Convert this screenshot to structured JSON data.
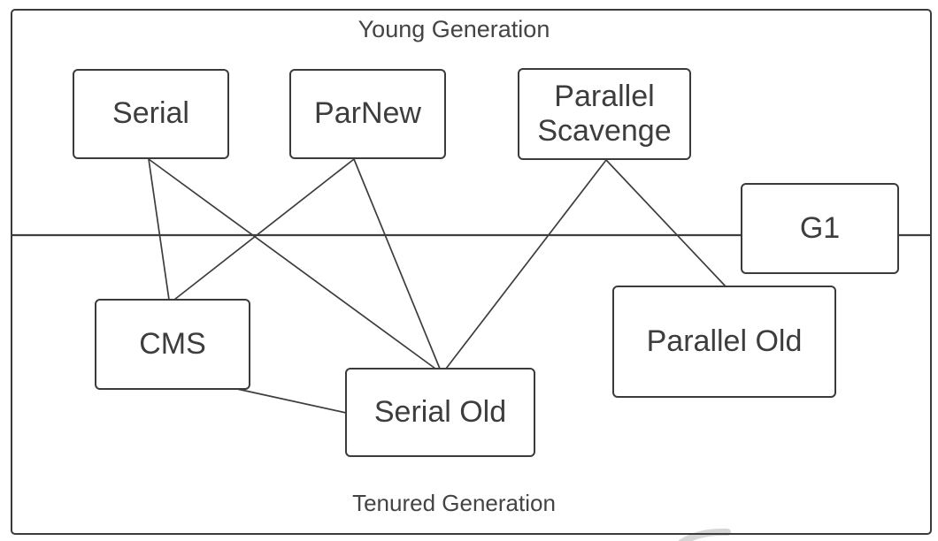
{
  "diagram": {
    "title_area": {
      "young_generation_label": "Young Generation",
      "tenured_generation_label": "Tenured Generation"
    },
    "nodes": [
      {
        "id": "serial",
        "label": "Serial",
        "generation": "young"
      },
      {
        "id": "parnew",
        "label": "ParNew",
        "generation": "young"
      },
      {
        "id": "parallel-scavenge",
        "label": "Parallel Scavenge",
        "generation": "young"
      },
      {
        "id": "g1",
        "label": "G1",
        "generation": "both"
      },
      {
        "id": "cms",
        "label": "CMS",
        "generation": "tenured"
      },
      {
        "id": "serial-old",
        "label": "Serial Old",
        "generation": "tenured"
      },
      {
        "id": "parallel-old",
        "label": "Parallel Old",
        "generation": "tenured"
      }
    ],
    "edges": [
      {
        "from": "serial",
        "to": "cms"
      },
      {
        "from": "serial",
        "to": "serial-old"
      },
      {
        "from": "parnew",
        "to": "cms"
      },
      {
        "from": "parnew",
        "to": "serial-old"
      },
      {
        "from": "parallel-scavenge",
        "to": "serial-old"
      },
      {
        "from": "parallel-scavenge",
        "to": "parallel-old"
      },
      {
        "from": "cms",
        "to": "serial-old"
      }
    ],
    "colors": {
      "line": "#3d3d3d",
      "box_border": "#3b3b3b",
      "text": "#3f3f3f",
      "background": "#ffffff",
      "watermark": "#cfcfcf"
    }
  }
}
